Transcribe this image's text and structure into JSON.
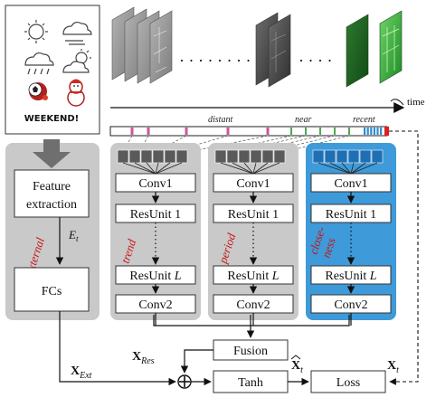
{
  "timeline": {
    "time_label": "time",
    "distant_label": "distant",
    "near_label": "near",
    "recent_label": "recent"
  },
  "icon_panel": {
    "weekend_label": "WEEKEND!",
    "icons": [
      "sun-icon",
      "wind-cloud-icon",
      "rain-cloud-icon",
      "sun-cloud-icon",
      "soccer-ball-icon",
      "snowman-icon"
    ]
  },
  "external_branch": {
    "feature_line1": "Feature",
    "feature_line2": "extraction",
    "et_label": "E",
    "et_sub": "t",
    "side_tag": "external",
    "fcs_label": "FCs"
  },
  "branches": [
    {
      "side_tag": "trend",
      "conv1": "Conv1",
      "resunit1": "ResUnit 1",
      "resunit_base": "ResUnit ",
      "resunit_L": "L",
      "conv2": "Conv2"
    },
    {
      "side_tag": "period",
      "conv1": "Conv1",
      "resunit1": "ResUnit 1",
      "resunit_base": "ResUnit ",
      "resunit_L": "L",
      "conv2": "Conv2"
    },
    {
      "side_tag_line1": "close-",
      "side_tag_line2": "ness",
      "conv1": "Conv1",
      "resunit1": "ResUnit 1",
      "resunit_base": "ResUnit ",
      "resunit_L": "L",
      "conv2": "Conv2"
    }
  ],
  "fusion": {
    "label": "Fusion"
  },
  "tanh": {
    "label": "Tanh"
  },
  "loss": {
    "label": "Loss"
  },
  "math": {
    "x_res": "X",
    "x_res_sub": "Res",
    "x_ext": "X",
    "x_ext_sub": "Ext",
    "x_hat": "X",
    "x_hat_sub": "t",
    "x_t": "X",
    "x_t_sub": "t"
  },
  "colors": {
    "branch_gray": "#c9c9c9",
    "closeness_blue": "#3e9ad8",
    "tag_red": "#c81414",
    "tick_pink": "#d0559a",
    "tick_green": "#4fa84f",
    "tick_blue": "#2d8fd5"
  }
}
